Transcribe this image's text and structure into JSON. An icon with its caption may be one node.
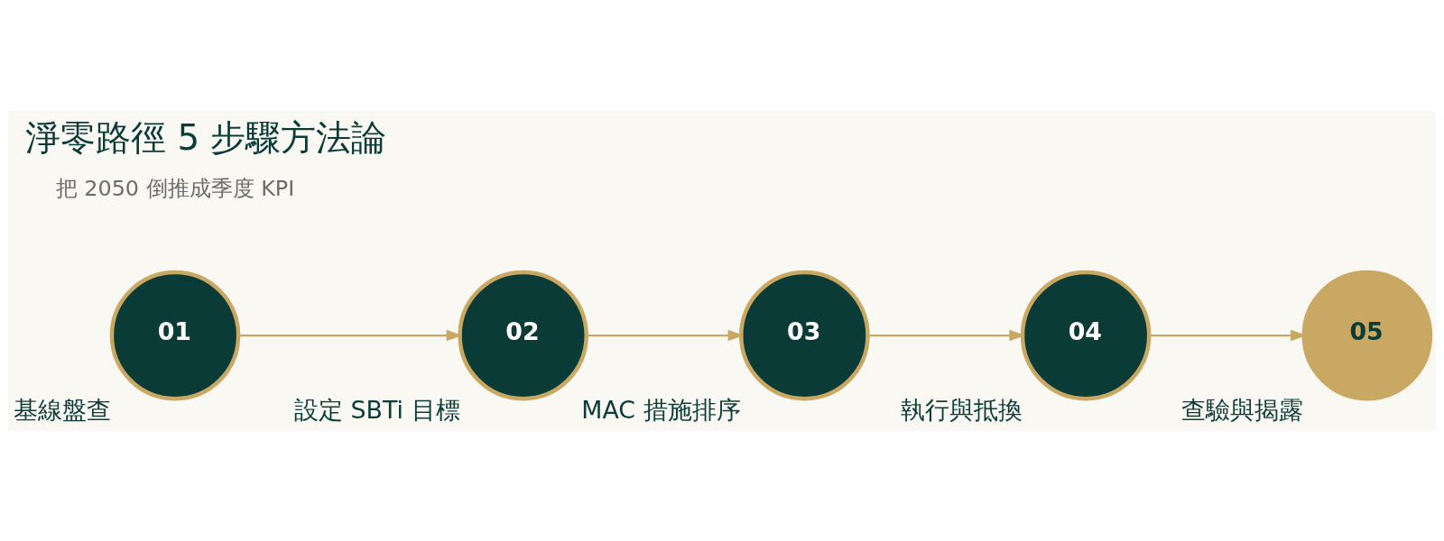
{
  "diagram": {
    "title": "淨零路徑 5 步驟方法論",
    "nodes": [
      {
        "text": [
          "01"
        ],
        "beside": [
          "基線盤查"
        ]
      },
      {
        "text": [
          "02"
        ],
        "beside": [
          "設定 SBTi 目標"
        ]
      },
      {
        "text": [
          "03"
        ],
        "beside": [
          "MAC 措施排序"
        ]
      },
      {
        "text": [
          "04"
        ],
        "beside": [
          "執行與抵換"
        ]
      },
      {
        "text": [
          "05"
        ],
        "beside": [
          "查驗與揭露"
        ]
      }
    ],
    "edges": [
      {
        "from": 0,
        "to": 1,
        "arrow": "to"
      },
      {
        "from": 1,
        "to": 2,
        "arrow": "to"
      },
      {
        "from": 2,
        "to": 3,
        "arrow": "to"
      },
      {
        "from": 3,
        "to": 4,
        "arrow": "to"
      }
    ],
    "labels": [
      "把 2050 倒推成季度 KPI"
    ]
  }
}
